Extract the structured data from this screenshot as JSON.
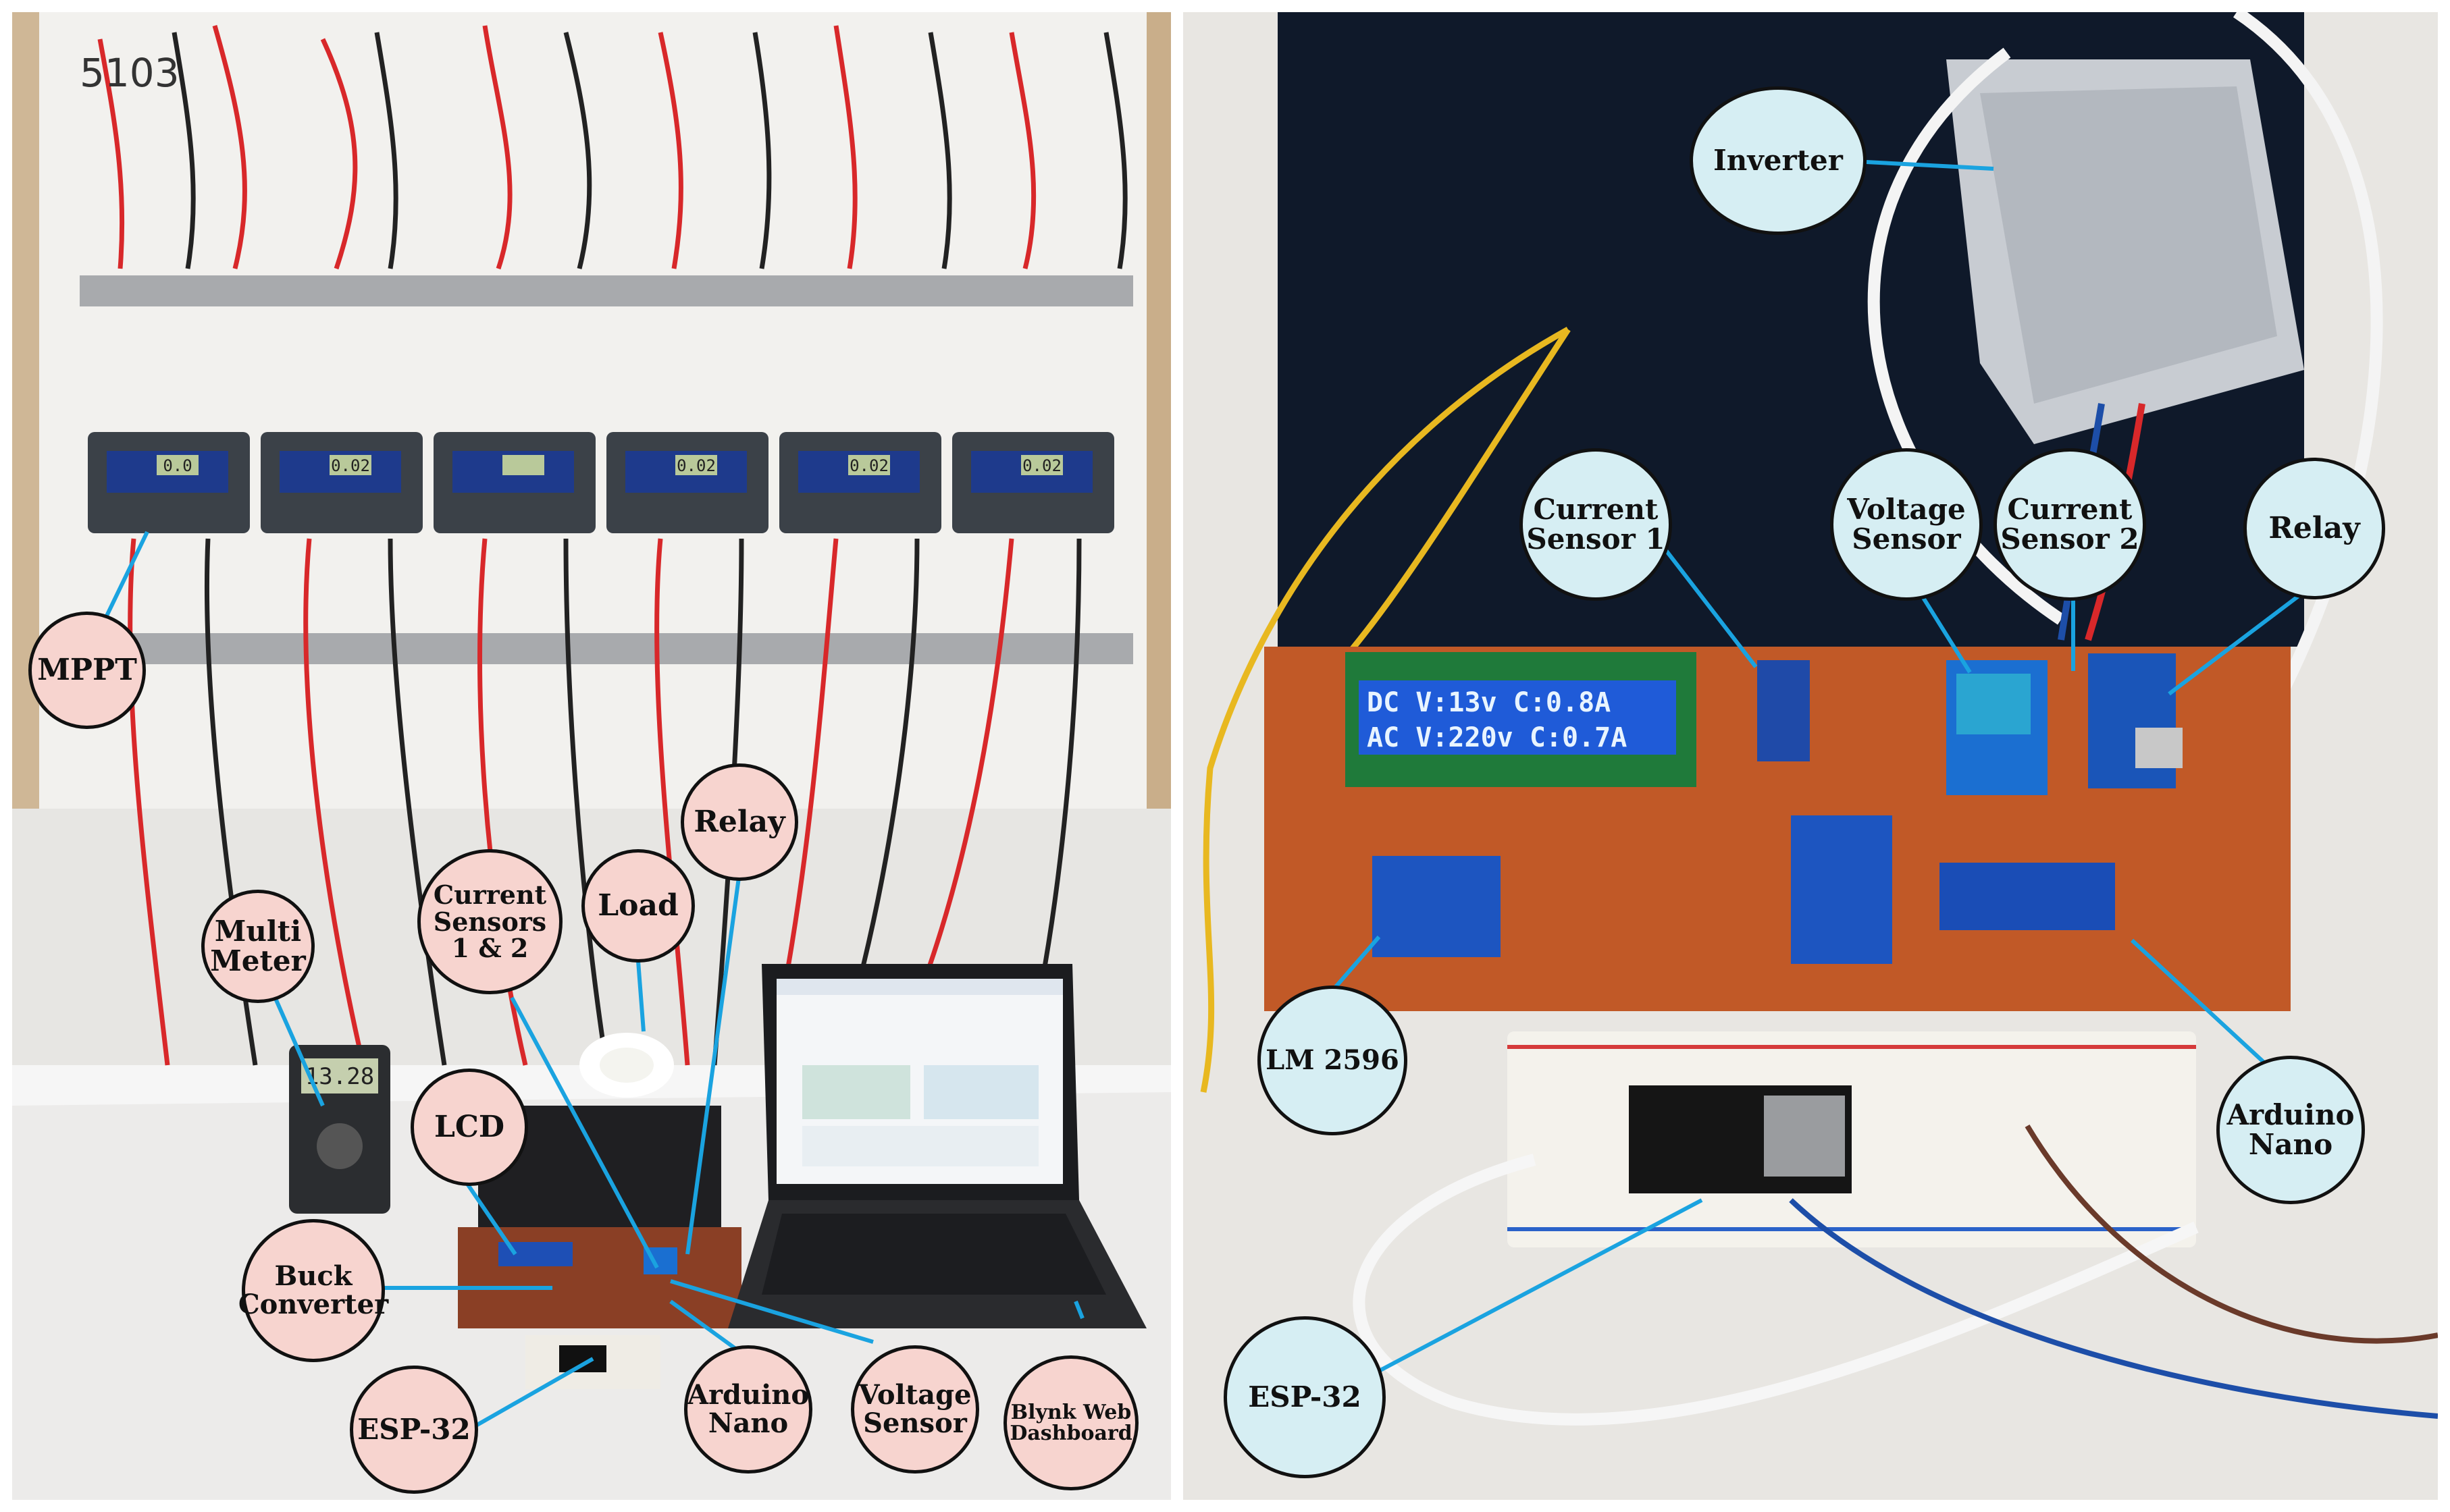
{
  "left": {
    "board_label": "5103",
    "multimeter_reading": "13.28",
    "mppt_displays": [
      "0.0",
      "0.02",
      "",
      "0.02",
      "0.02",
      "0.02"
    ],
    "callouts": {
      "mppt": "MPPT",
      "multimeter": "Multi\nMeter",
      "current_sensors": "Current\nSensors\n1 & 2",
      "load": "Load",
      "relay": "Relay",
      "lcd": "LCD",
      "buck": "Buck\nConverter",
      "esp32": "ESP-32",
      "arduino": "Arduino\nNano",
      "voltage": "Voltage\nSensor",
      "blynk": "Blynk Web\nDashboard"
    }
  },
  "right": {
    "lcd_line1": "DC V:13v  C:0.8A",
    "lcd_line2": "AC V:220v C:0.7A",
    "callouts": {
      "inverter": "Inverter",
      "current1": "Current\nSensor 1",
      "voltage": "Voltage\nSensor",
      "current2": "Current\nSensor 2",
      "relay": "Relay",
      "lm2596": "LM 2596",
      "arduino": "Arduino\nNano",
      "esp32": "ESP-32"
    }
  },
  "colors": {
    "leader_line": "#1aa3e0",
    "callout_left": "#f7d4cf",
    "callout_right": "#d6eef3"
  }
}
